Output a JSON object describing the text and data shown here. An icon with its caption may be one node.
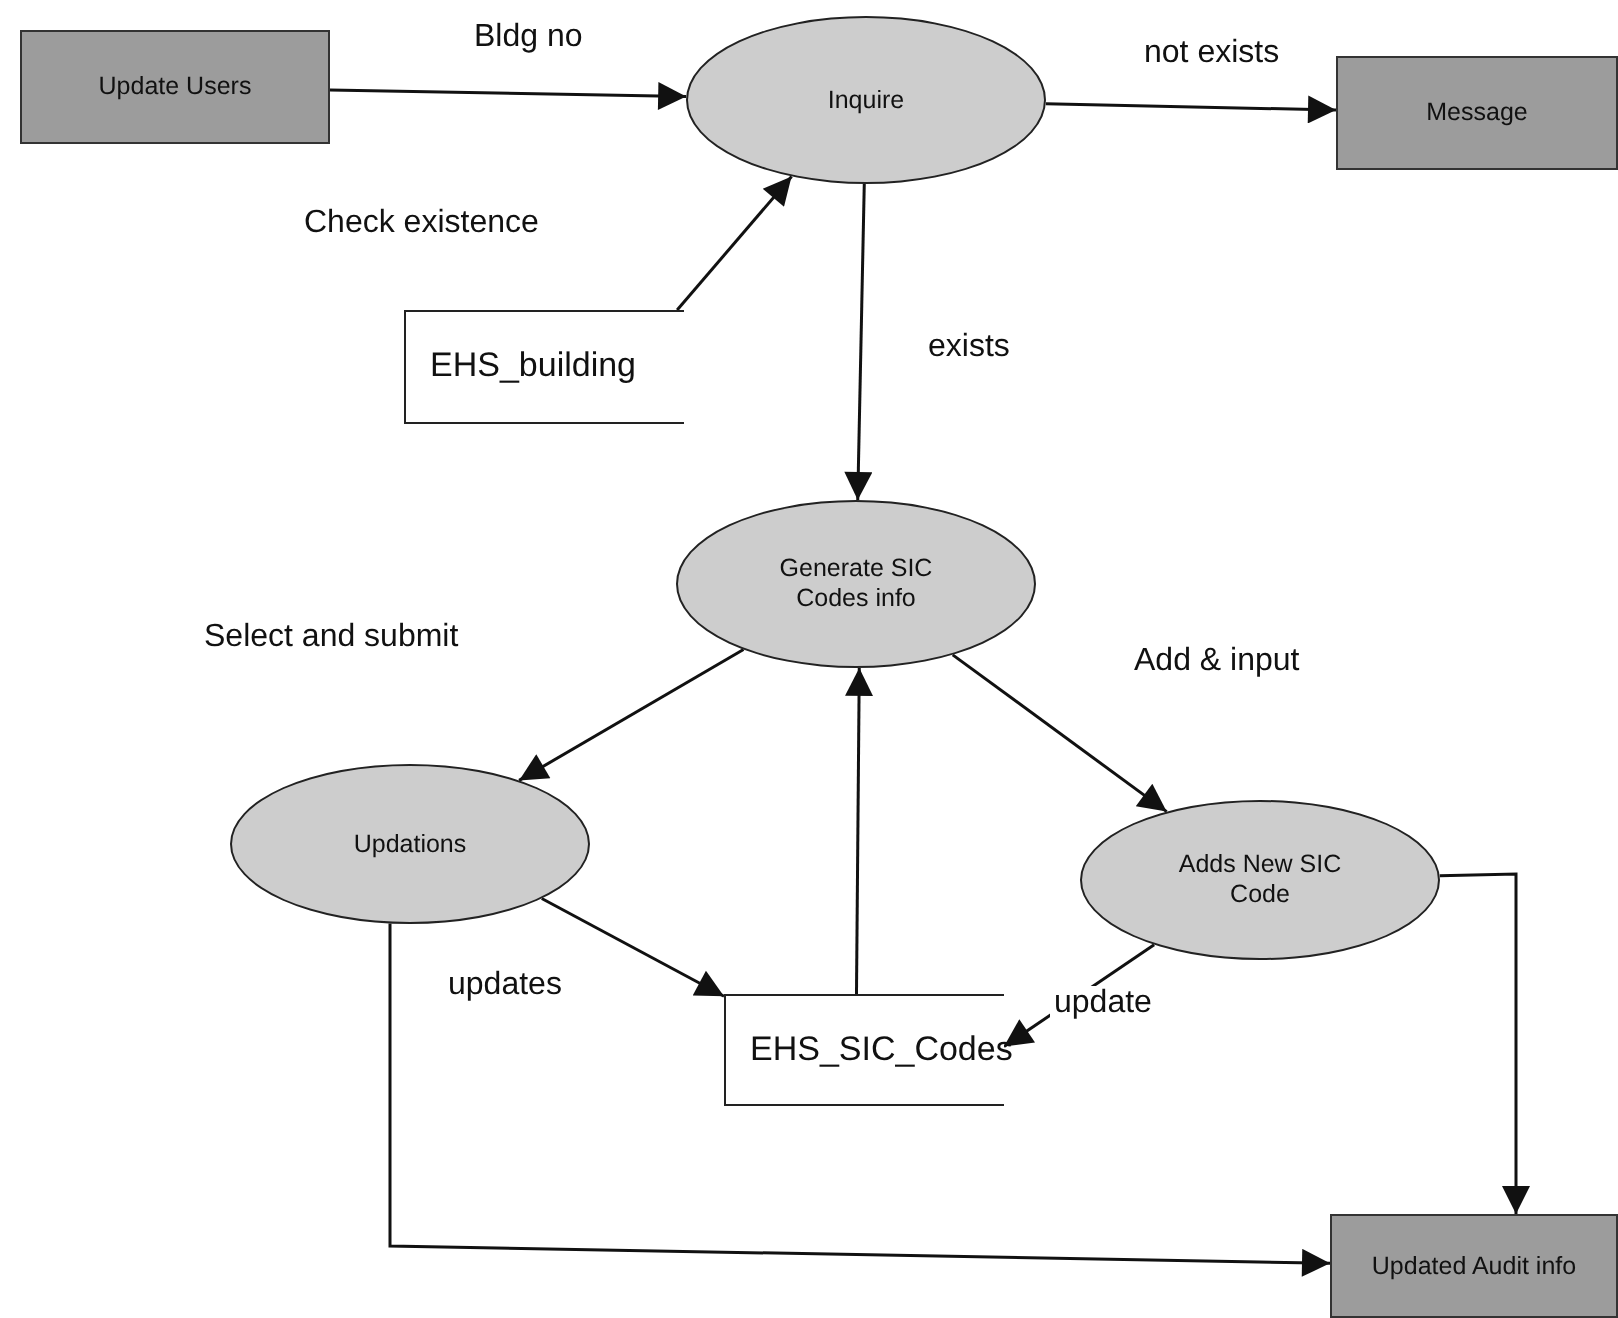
{
  "diagram": {
    "nodes": [
      {
        "text": [
          "Update Users"
        ]
      },
      {
        "text": [
          "Inquire"
        ]
      },
      {
        "text": [
          "Message"
        ]
      },
      {
        "text": [
          "EHS_building"
        ]
      },
      {
        "text": [
          "Generate SIC Codes info"
        ]
      },
      {
        "text": [
          "Updations"
        ]
      },
      {
        "text": [
          "Adds New SIC Code"
        ]
      },
      {
        "text": [
          "EHS_SIC_Codes"
        ]
      },
      {
        "text": [
          "Updated Audit info"
        ]
      }
    ],
    "edges": [
      {
        "from": 0,
        "to": 1,
        "arrow": "to",
        "label": "Bldg no"
      },
      {
        "from": 1,
        "to": 2,
        "arrow": "to",
        "label": "not exists"
      },
      {
        "from": 3,
        "to": 1,
        "arrow": "to",
        "label": "Check existence"
      },
      {
        "from": 1,
        "to": 4,
        "arrow": "to",
        "label": "exists"
      },
      {
        "from": 4,
        "to": 5,
        "arrow": "to",
        "label": "Select and submit"
      },
      {
        "from": 4,
        "to": 6,
        "arrow": "to",
        "label": "Add & input"
      },
      {
        "from": 5,
        "to": 7,
        "arrow": "to",
        "label": "updates"
      },
      {
        "from": 6,
        "to": 7,
        "arrow": "to",
        "label": "update"
      },
      {
        "from": 7,
        "to": 4,
        "arrow": "to"
      },
      {
        "from": 5,
        "to": 8,
        "arrow": "to"
      },
      {
        "from": 6,
        "to": 8,
        "arrow": "to"
      }
    ]
  }
}
